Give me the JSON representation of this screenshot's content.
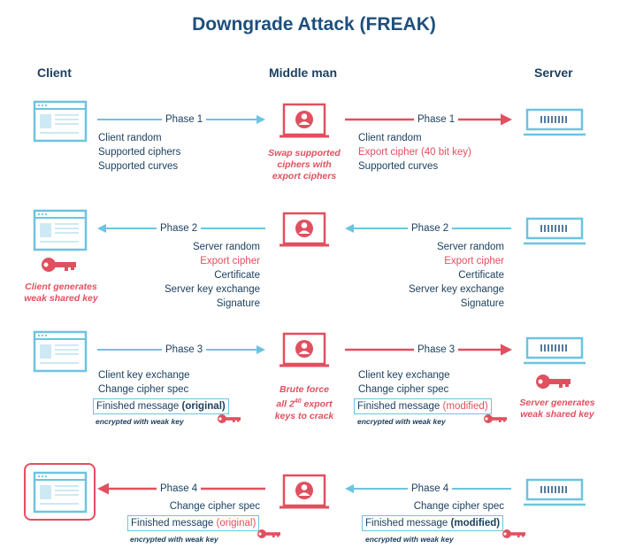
{
  "title": "Downgrade Attack (FREAK)",
  "columns": {
    "client": "Client",
    "middle": "Middle man",
    "server": "Server"
  },
  "colors": {
    "blue": "#6cc4e0",
    "red": "#e0505f",
    "navy": "#1d4060"
  },
  "phase1": {
    "left_label": "Phase 1",
    "right_label": "Phase 1",
    "client_lines": [
      "Client random",
      "Supported ciphers",
      "Supported curves"
    ],
    "server_lines": [
      "Client random",
      "Export cipher (40 bit key)",
      "Supported curves"
    ],
    "middle_note": [
      "Swap supported",
      "ciphers with",
      "export ciphers"
    ]
  },
  "phase2": {
    "left_label": "Phase 2",
    "right_label": "Phase 2",
    "left_lines": [
      "Server random",
      "Export cipher",
      "Certificate",
      "Server key exchange",
      "Signature"
    ],
    "right_lines": [
      "Server random",
      "Export cipher",
      "Certificate",
      "Server key exchange",
      "Signature"
    ],
    "client_note": [
      "Client generates",
      "weak shared key"
    ]
  },
  "phase3": {
    "left_label": "Phase 3",
    "right_label": "Phase 3",
    "left_lines": [
      "Client key exchange",
      "Change cipher spec"
    ],
    "left_box": {
      "text": "Finished message ",
      "tag": "(original)"
    },
    "right_lines": [
      "Client key exchange",
      "Change cipher spec"
    ],
    "right_box": {
      "text": "Finished message ",
      "tag": "(modified)"
    },
    "encrypted_note": "encrypted with weak key",
    "middle_note": [
      "Brute force",
      "all 2",
      "40",
      " export",
      "keys to crack"
    ],
    "server_note": [
      "Server generates",
      "weak shared key"
    ]
  },
  "phase4": {
    "left_label": "Phase 4",
    "right_label": "Phase 4",
    "left_line": "Change cipher spec",
    "left_box": {
      "text": "Finished message ",
      "tag": "(original)"
    },
    "right_line": "Change cipher spec",
    "right_box": {
      "text": "Finished message ",
      "tag": "(modified)"
    },
    "encrypted_note": "encrypted with weak key"
  },
  "icons": {
    "browser": "browser-window-icon",
    "attacker": "attacker-laptop-icon",
    "server": "server-icon",
    "key": "key-icon"
  }
}
